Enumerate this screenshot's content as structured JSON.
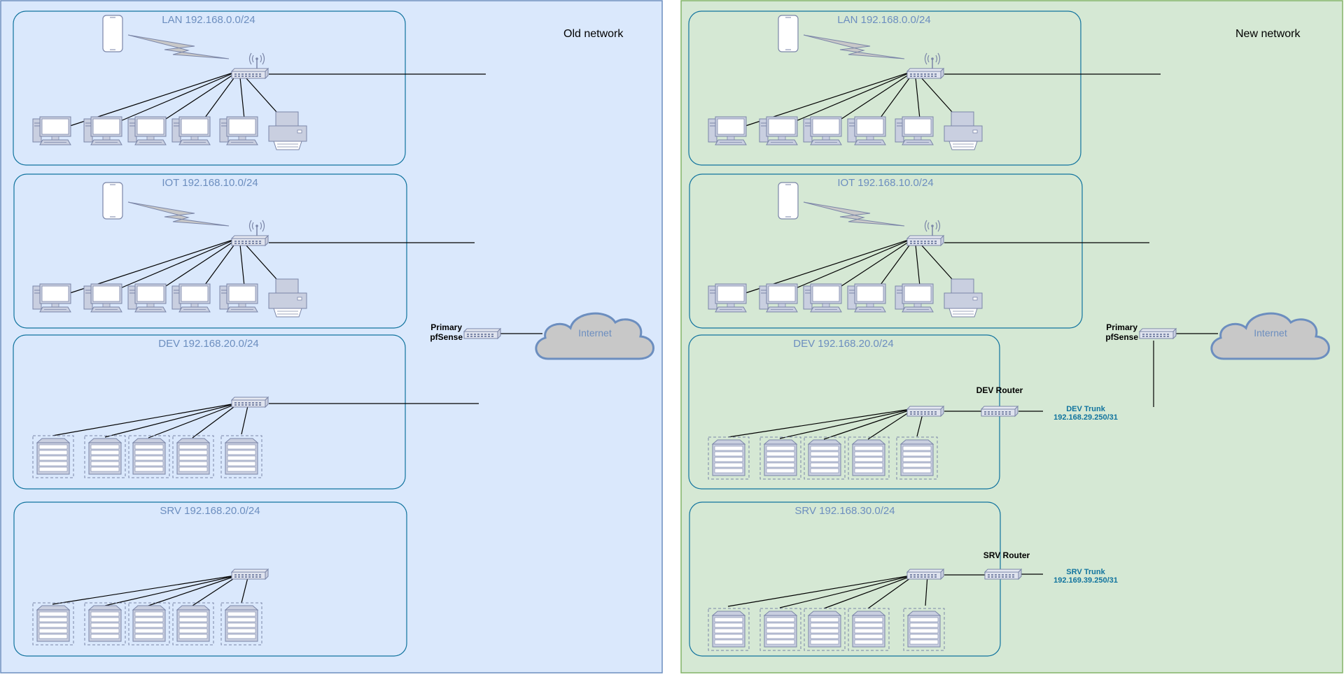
{
  "old": {
    "title": "Old network",
    "subnets": [
      "LAN 192.168.0.0/24",
      "IOT 192.168.10.0/24",
      "DEV 192.168.20.0/24",
      "SRV 192.168.20.0/24"
    ],
    "firewall": [
      "Primary",
      "pfSense"
    ],
    "internet": "Internet"
  },
  "new": {
    "title": "New network",
    "subnets": [
      "LAN 192.168.0.0/24",
      "IOT 192.168.10.0/24",
      "DEV 192.168.20.0/24",
      "SRV 192.168.30.0/24"
    ],
    "firewall": [
      "Primary",
      "pfSense"
    ],
    "internet": "Internet",
    "dev_router": "DEV Router",
    "srv_router": "SRV Router",
    "dev_trunk": [
      "DEV Trunk",
      "192.168.29.250/31"
    ],
    "srv_trunk": [
      "SRV Trunk",
      "192.169.39.250/31"
    ]
  },
  "colors": {
    "old_bg": "#dae8fc",
    "old_border": "#6c8ebf",
    "new_bg": "#d5e8d4",
    "new_border": "#82b366",
    "group_border": "#10739e",
    "subnet_text": "#6c8ebf",
    "trunk_text": "#10739e",
    "device": "#c9cfe0",
    "device_stroke": "#7b86a8",
    "cloud_fill": "#c8c8c8",
    "cloud_stroke": "#6c8ebf"
  }
}
